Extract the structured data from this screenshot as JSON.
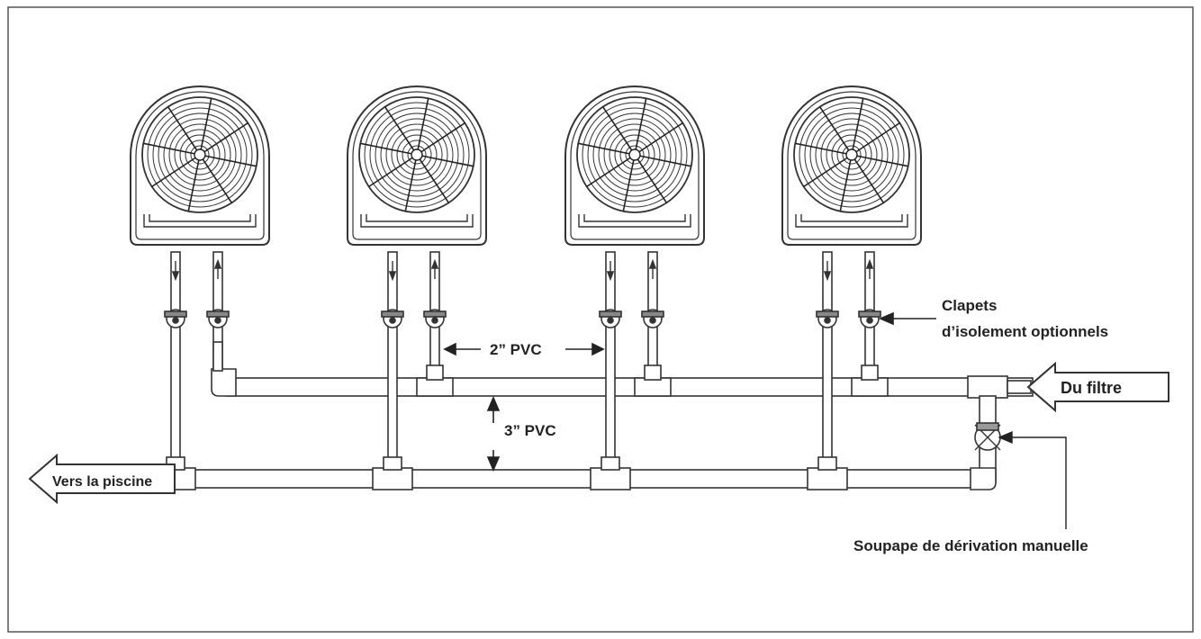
{
  "labels": {
    "clapets_line1": "Clapets",
    "clapets_line2": "d’isolement optionnels",
    "pvc_2": "2” PVC",
    "pvc_3": "3” PVC",
    "du_filtre": "Du filtre",
    "vers_piscine": "Vers la piscine",
    "soupape": "Soupape de dérivation manuelle"
  },
  "heat_pumps": [
    "unit-1",
    "unit-2",
    "unit-3",
    "unit-4"
  ],
  "colors": {
    "line": "#333333",
    "border": "#555555",
    "background": "#ffffff"
  }
}
